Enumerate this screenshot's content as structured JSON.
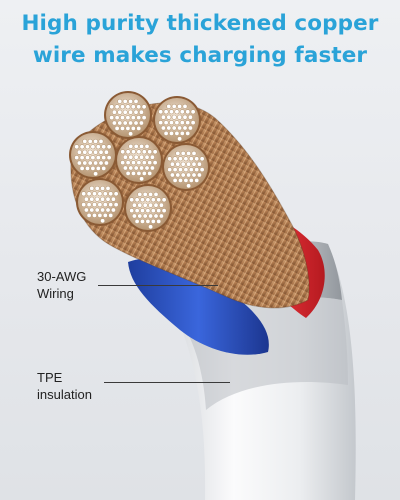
{
  "headline": {
    "line1": "High purity thickened copper",
    "line2": "wire makes charging faster"
  },
  "callouts": [
    {
      "line1": "30-AWG",
      "line2": "Wiring"
    },
    {
      "line1": "TPE",
      "line2": "insulation"
    }
  ],
  "colors": {
    "headline": "#2aa3d8",
    "copper": "#b07a4e",
    "red_core": "#d8262c",
    "blue_core": "#2f56c8",
    "insulation": "#f4f5f7",
    "background": "#e8eaed"
  }
}
